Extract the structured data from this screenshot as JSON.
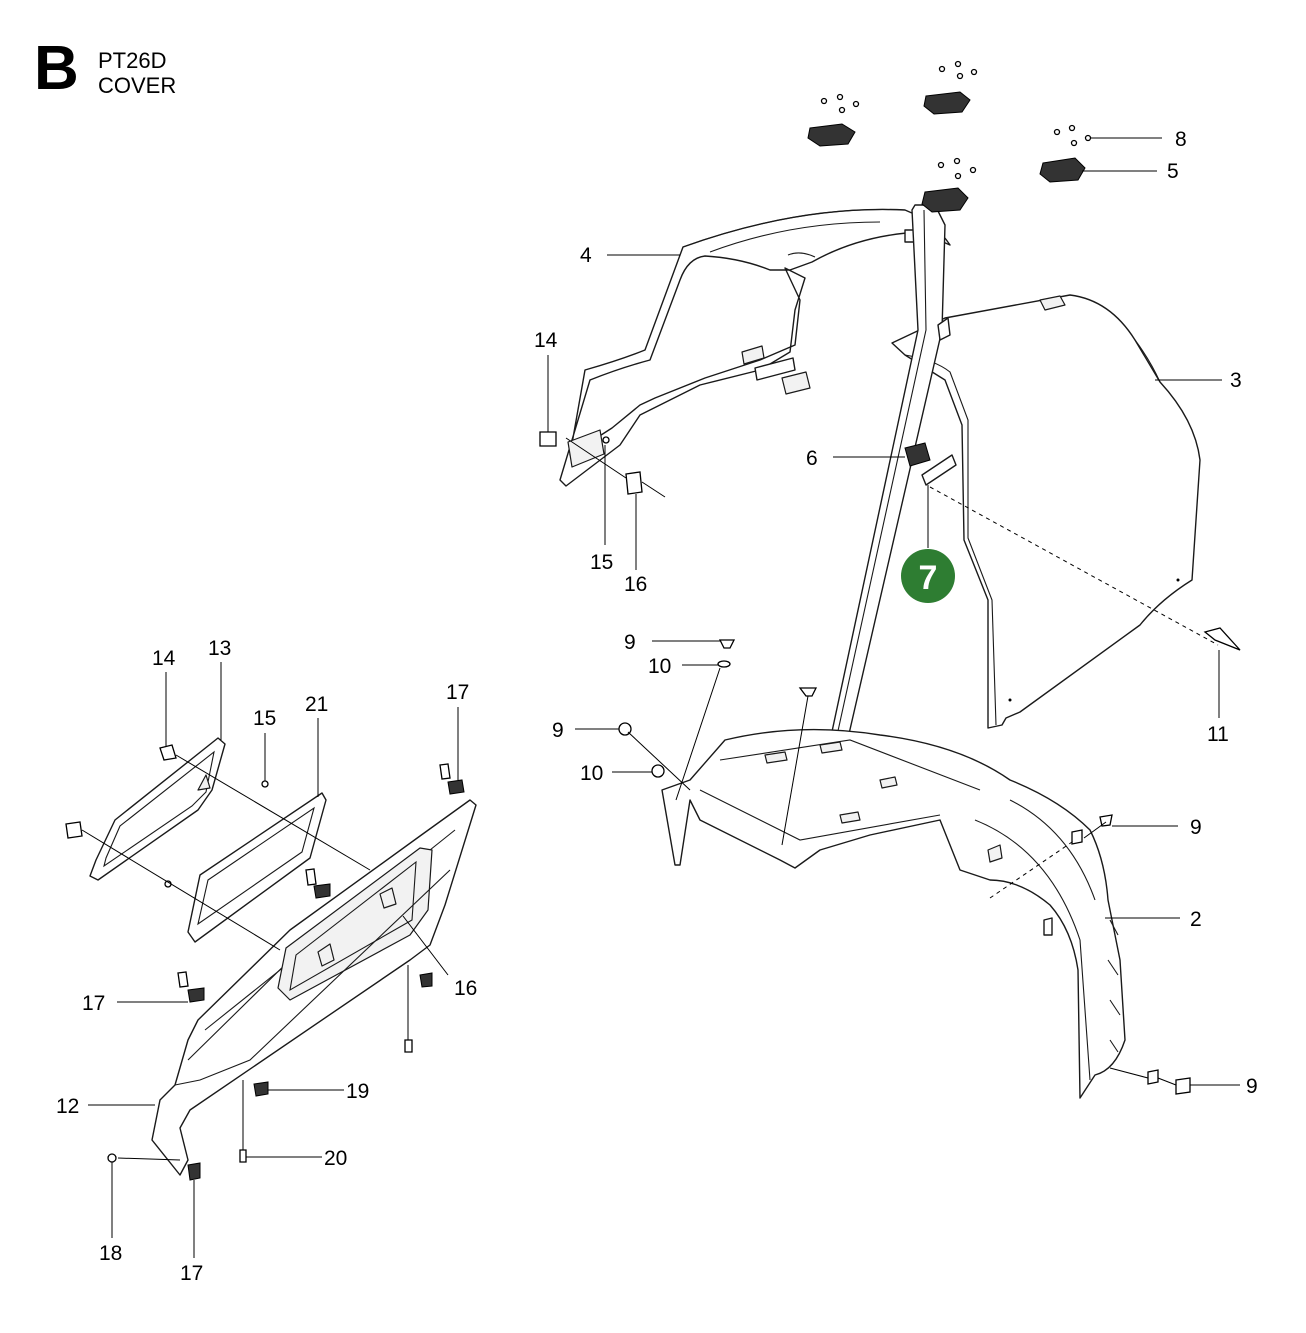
{
  "header": {
    "section_letter": "B",
    "model": "PT26D",
    "title": "COVER"
  },
  "highlight": {
    "number": "7",
    "color": "#2e7d32"
  },
  "callouts": {
    "c2": "2",
    "c3": "3",
    "c4": "4",
    "c5": "5",
    "c6": "6",
    "c8": "8",
    "c9a": "9",
    "c9b": "9",
    "c9c": "9",
    "c9d": "9",
    "c10a": "10",
    "c10b": "10",
    "c11": "11",
    "c12": "12",
    "c13": "13",
    "c14a": "14",
    "c14b": "14",
    "c15a": "15",
    "c15b": "15",
    "c16a": "16",
    "c16b": "16",
    "c17a": "17",
    "c17b": "17",
    "c17c": "17",
    "c18": "18",
    "c19": "19",
    "c20": "20",
    "c21": "21"
  }
}
